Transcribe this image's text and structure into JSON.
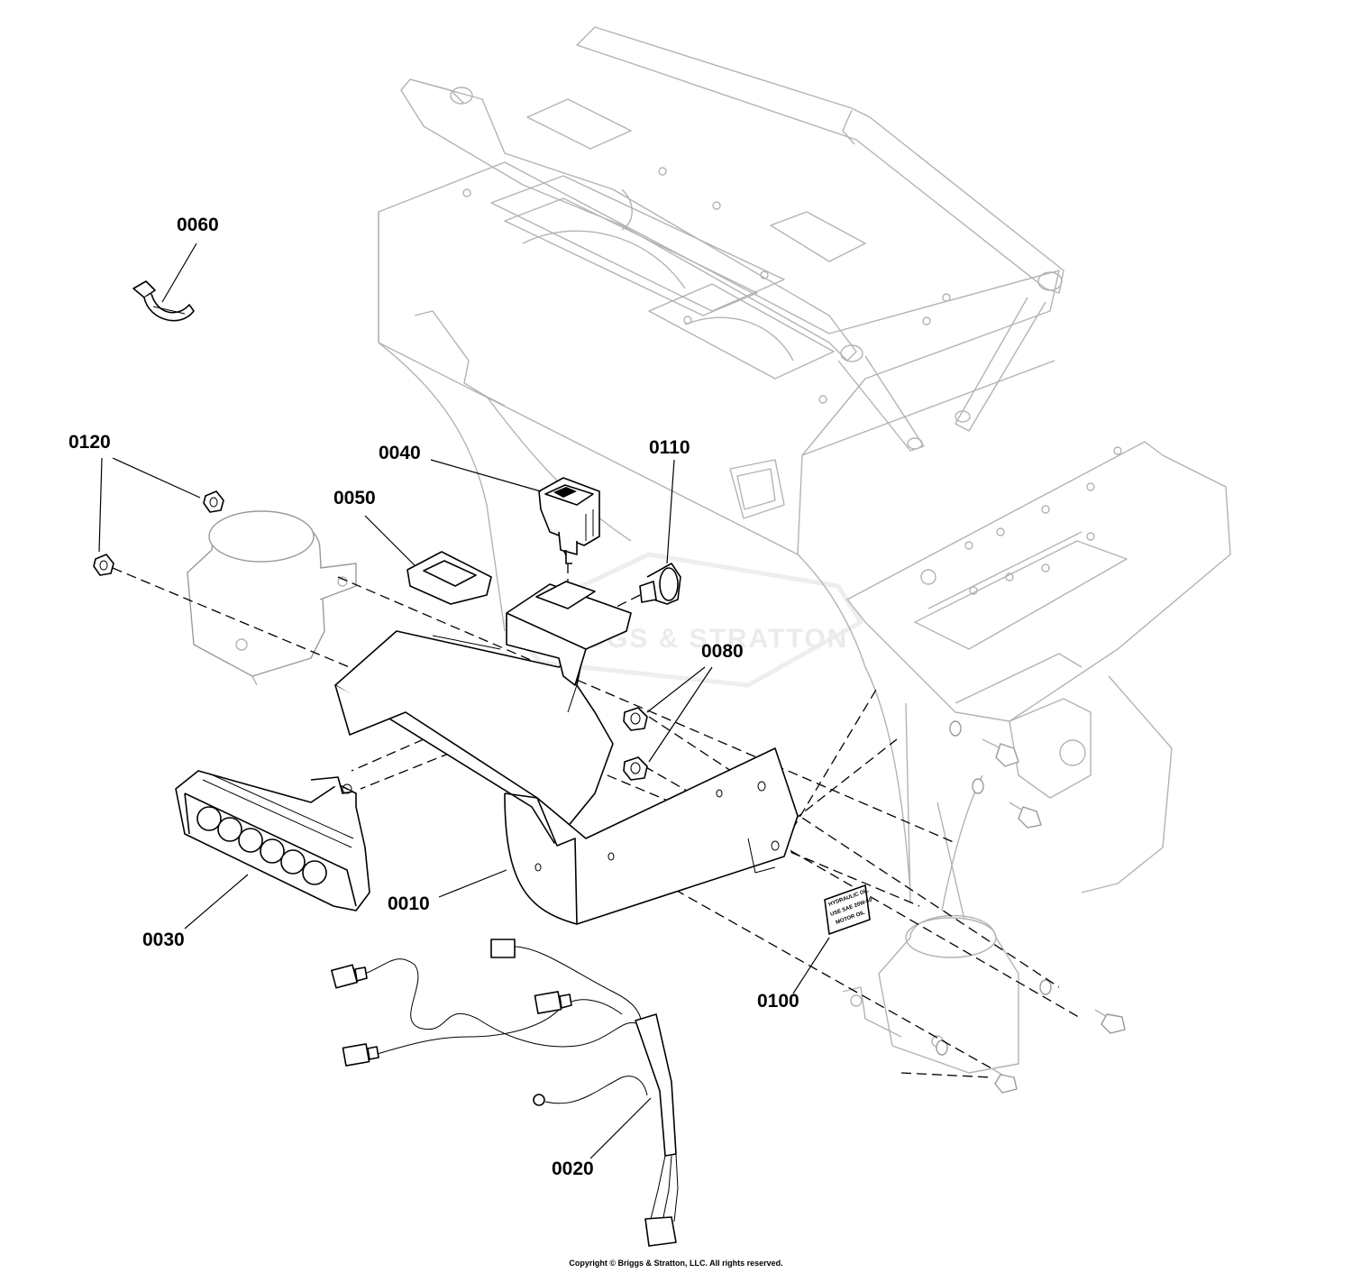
{
  "callouts": [
    {
      "id": "0060",
      "label": "0060"
    },
    {
      "id": "0120",
      "label": "0120"
    },
    {
      "id": "0040",
      "label": "0040"
    },
    {
      "id": "0110",
      "label": "0110"
    },
    {
      "id": "0050",
      "label": "0050"
    },
    {
      "id": "0080",
      "label": "0080"
    },
    {
      "id": "0010",
      "label": "0010"
    },
    {
      "id": "0030",
      "label": "0030"
    },
    {
      "id": "0100",
      "label": "0100"
    },
    {
      "id": "0020",
      "label": "0020"
    }
  ],
  "decal": {
    "title": "HYDRAULIC OIL",
    "line1": "USE SAE 20W-50",
    "line2": "MOTOR OIL"
  },
  "watermark": "BRIGGS & STRATTON",
  "copyright": "Copyright © Briggs & Stratton, LLC. All rights reserved."
}
